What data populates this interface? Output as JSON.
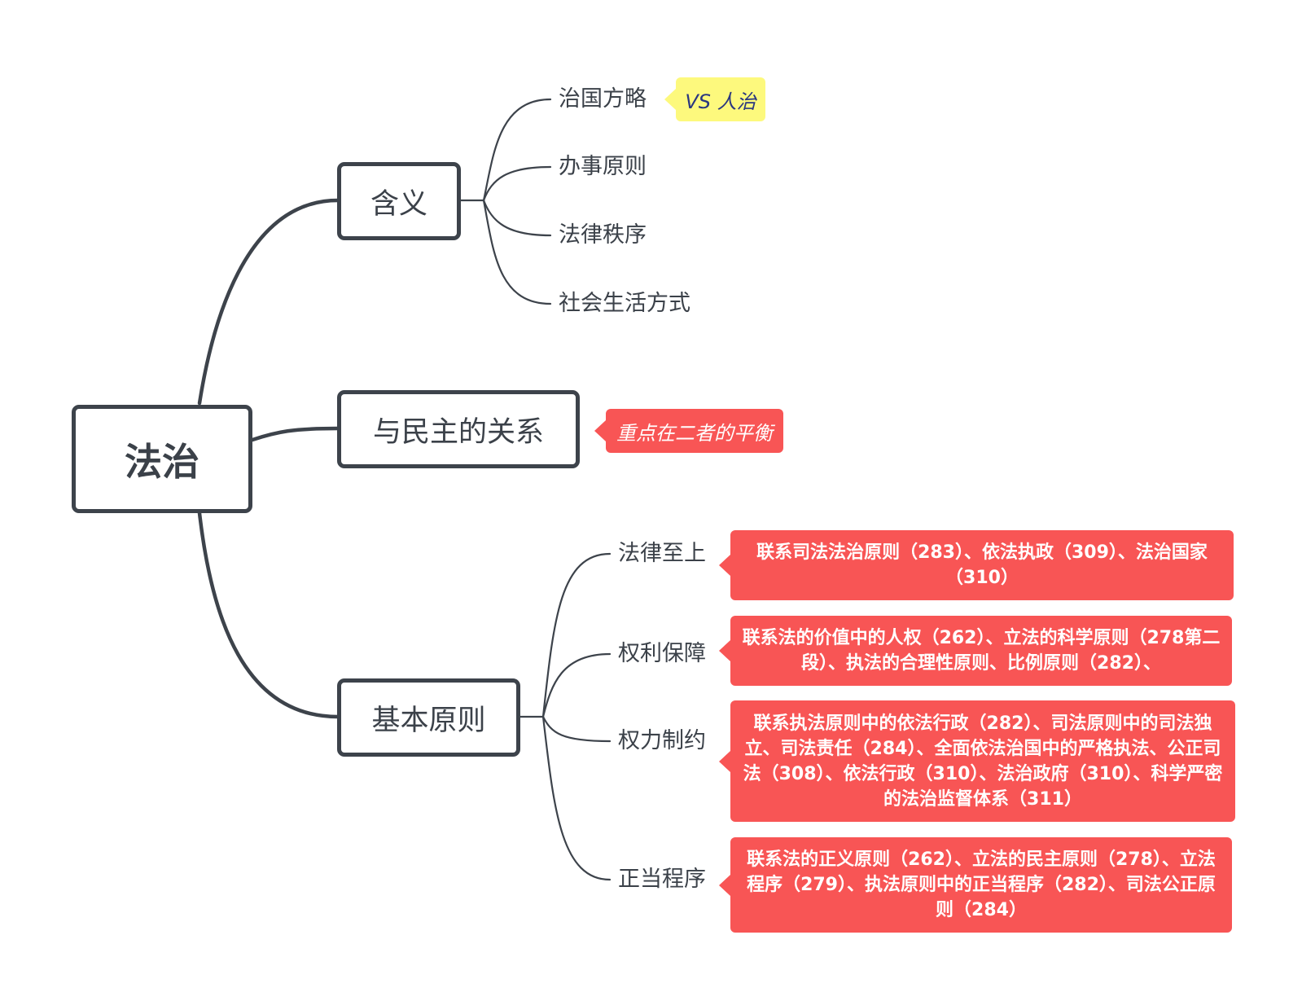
{
  "colors": {
    "line": "#3d434b",
    "yellow_note": "#fdf97d",
    "red_note": "#f85555"
  },
  "root": {
    "label": "法治"
  },
  "branches": [
    {
      "label": "含义",
      "children": [
        {
          "label": "治国方略",
          "note": "VS 人治"
        },
        {
          "label": "办事原则"
        },
        {
          "label": "法律秩序"
        },
        {
          "label": "社会生活方式"
        }
      ]
    },
    {
      "label": "与民主的关系",
      "note": "重点在二者的平衡"
    },
    {
      "label": "基本原则",
      "children": [
        {
          "label": "法律至上",
          "note": "联系司法法治原则（283）、依法执政（309）、法治国家（310）"
        },
        {
          "label": "权利保障",
          "note": "联系法的价值中的人权（262）、立法的科学原则（278第二段）、执法的合理性原则、比例原则（282）、"
        },
        {
          "label": "权力制约",
          "note": "联系执法原则中的依法行政（282）、司法原则中的司法独立、司法责任（284）、全面依法治国中的严格执法、公正司法（308）、依法行政（310）、法治政府（310）、科学严密的法治监督体系（311）"
        },
        {
          "label": "正当程序",
          "note": "联系法的正义原则（262）、立法的民主原则（278）、立法程序（279）、执法原则中的正当程序（282）、司法公正原则（284）"
        }
      ]
    }
  ]
}
